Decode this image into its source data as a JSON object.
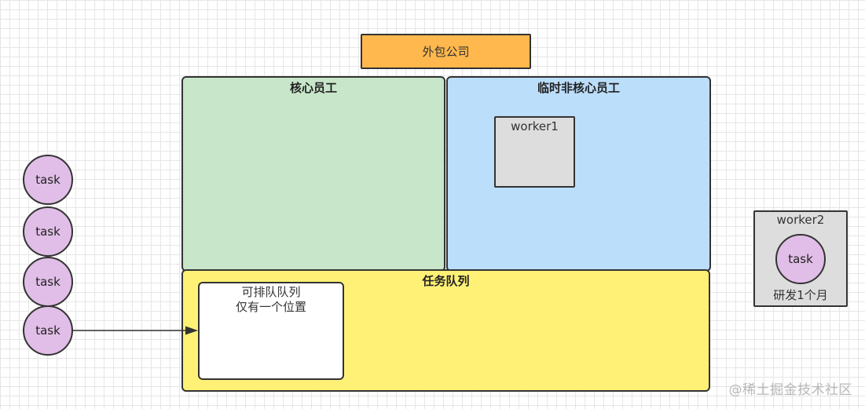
{
  "colors": {
    "outsource_fill": "#ffb84d",
    "core_fill": "#c8e6c9",
    "temp_fill": "#bbdefb",
    "queue_fill": "#fff176",
    "worker_fill": "#dddddd",
    "task_fill": "#e1bee7",
    "slot_fill": "#ffffff",
    "stroke": "#333333"
  },
  "outsource": {
    "label": "外包公司"
  },
  "core_staff": {
    "label": "核心员工"
  },
  "temp_staff": {
    "label": "临时非核心员工"
  },
  "worker1": {
    "label": "worker1"
  },
  "task_queue": {
    "label": "任务队列",
    "slot": {
      "line1": "可排队队列",
      "line2": "仅有一个位置"
    }
  },
  "worker2": {
    "label": "worker2",
    "task_label": "task",
    "footer": "研发1个月"
  },
  "tasks": [
    "task",
    "task",
    "task",
    "task"
  ],
  "watermark": "@稀土掘金技术社区"
}
